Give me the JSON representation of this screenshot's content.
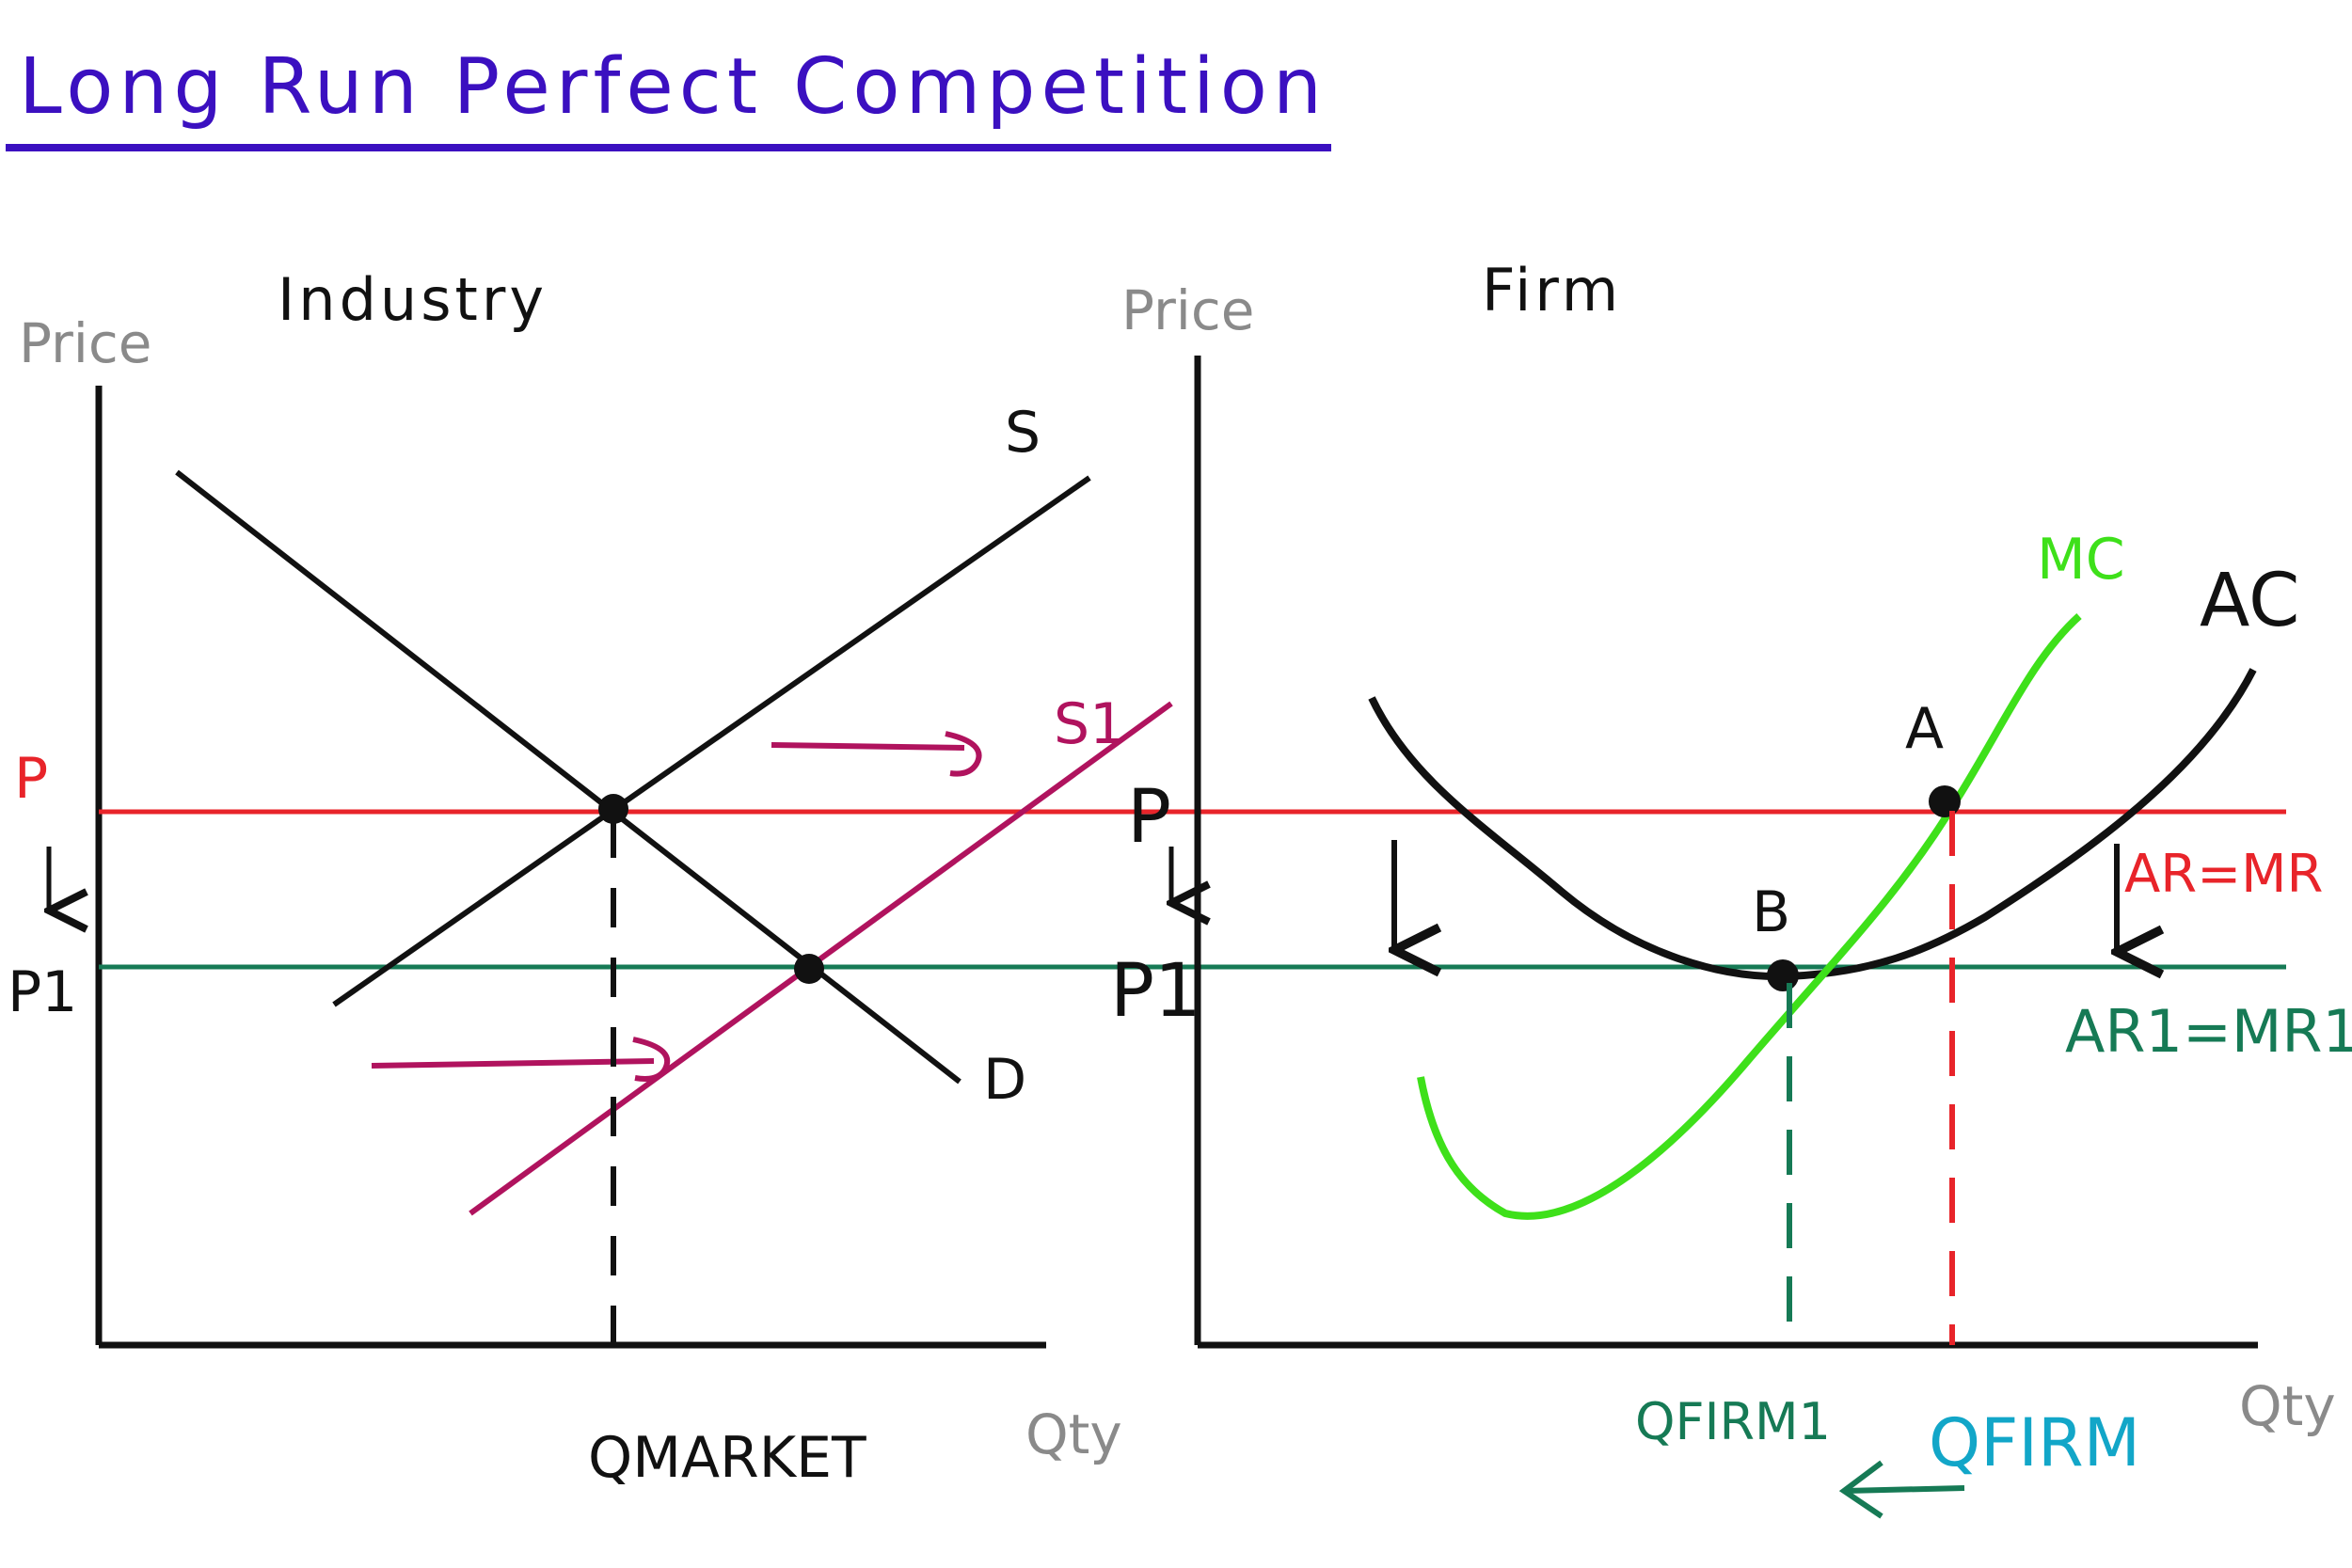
{
  "title": "Long Run Perfect Competition",
  "panels": {
    "industry": {
      "heading": "Industry",
      "y_axis_label": "Price",
      "x_axis_label": "Qty",
      "supply_label": "S",
      "new_supply_label": "S1",
      "demand_label": "D",
      "price_label": "P",
      "new_price_label": "P1",
      "quantity_label": "QMARKET"
    },
    "firm": {
      "heading": "Firm",
      "y_axis_label": "Price",
      "x_axis_label": "Qty",
      "mc_label": "MC",
      "ac_label": "AC",
      "point_a_label": "A",
      "point_b_label": "B",
      "price_label": "P",
      "new_price_label": "P1",
      "ar_mr_label": "AR=MR",
      "ar1_mr1_label": "AR1=MR1",
      "q_firm_label": "QFIRM",
      "q_firm1_label": "QFIRM1"
    }
  },
  "colors": {
    "title": "#3b10c0",
    "axes": "#111111",
    "price_line": "#e8242a",
    "new_price_line": "#167a55",
    "new_supply": "#b0135e",
    "mc_curve": "#3ee01a",
    "q_firm": "#12a6c8",
    "axis_label": "#8a8a8a"
  }
}
